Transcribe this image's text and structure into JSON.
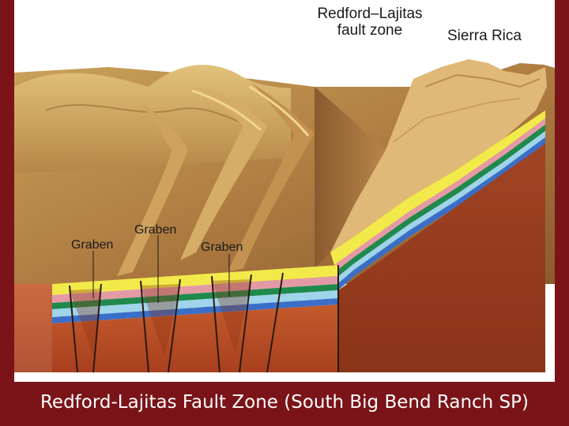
{
  "caption": "Redford-Lajitas Fault Zone (South Big Bend Ranch SP)",
  "labels": {
    "fault_zone_line1": "Redford–Lajitas",
    "fault_zone_line2": "fault zone",
    "mountain": "Sierra Rica",
    "graben_left": "Graben",
    "graben_center": "Graben",
    "graben_right": "Graben"
  },
  "colors": {
    "background": "#7a1418",
    "panel": "#ffffff",
    "caption_text": "#ffffff",
    "surface_tan": "#c89a55",
    "surface_brown": "#8a5a30",
    "layer_yellow": "#f2ea4a",
    "layer_pink": "#e49aa6",
    "layer_green": "#1f8a4c",
    "layer_lightblue": "#9fd4ea",
    "layer_blue": "#3a6fc8",
    "basement_red": "#b24a26"
  }
}
